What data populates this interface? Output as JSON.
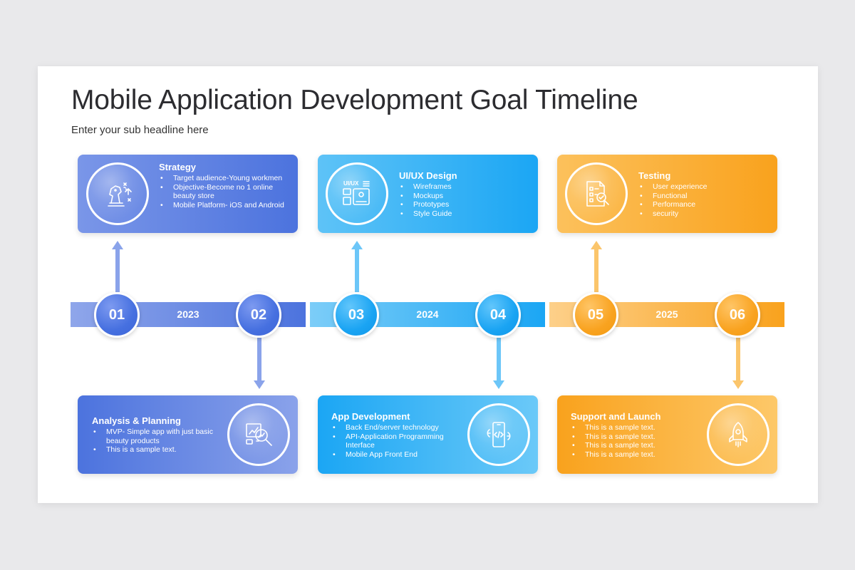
{
  "title": "Mobile Application Development Goal Timeline",
  "subtitle": "Enter your sub headline here",
  "colors": {
    "blue": "#4c73de",
    "cyan": "#1ba6f4",
    "orange": "#f9a21d"
  },
  "years": [
    "2023",
    "2024",
    "2025"
  ],
  "milestones": [
    {
      "num": "01",
      "heading": "Strategy",
      "items": [
        "Target audience-Young workmen",
        "Objective-Become no 1 online beauty store",
        "Mobile Platform- iOS and Android"
      ],
      "icon": "chess-knight-strategy-icon"
    },
    {
      "num": "02",
      "heading": "Analysis & Planning",
      "items": [
        "MVP- Simple app with just basic beauty products",
        "This is a sample text."
      ],
      "icon": "analysis-magnifier-icon"
    },
    {
      "num": "03",
      "heading": "UI/UX Design",
      "items": [
        "Wireframes",
        "Mockups",
        "Prototypes",
        "Style Guide"
      ],
      "icon": "ui-ux-layout-icon",
      "icon_text": "UI/UX"
    },
    {
      "num": "04",
      "heading": "App Development",
      "items": [
        "Back End/server technology",
        "API-Application Programming Interface",
        "Mobile App Front End"
      ],
      "icon": "mobile-code-gear-icon"
    },
    {
      "num": "05",
      "heading": "Testing",
      "items": [
        "User experience",
        "Functional",
        "Performance",
        "security"
      ],
      "icon": "document-check-magnifier-icon"
    },
    {
      "num": "06",
      "heading": "Support and Launch",
      "items": [
        "This is a sample text.",
        "This is a sample text.",
        "This is a sample text.",
        "This is a sample text."
      ],
      "icon": "rocket-launch-icon"
    }
  ]
}
